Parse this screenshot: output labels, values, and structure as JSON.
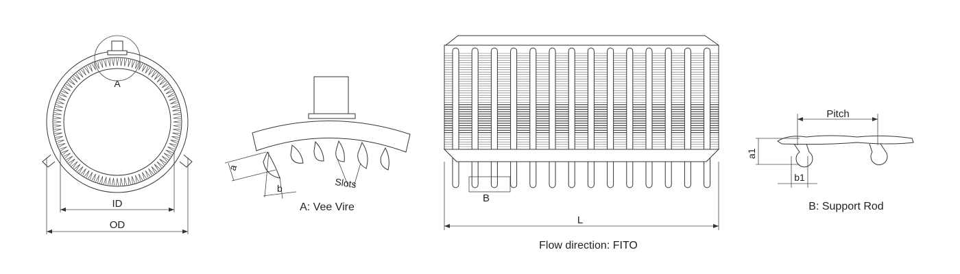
{
  "labels": {
    "detail_a": "A",
    "id": "ID",
    "od": "OD",
    "a": "a",
    "b": "b",
    "slots": "Slots",
    "vee_caption": "A: Vee Vire",
    "detail_b": "B",
    "length": "L",
    "flow_caption": "Flow direction: FITO",
    "pitch": "Pitch",
    "a1": "a1",
    "b1": "b1",
    "rod_caption": "B: Support Rod"
  },
  "colors": {
    "line": "#333333",
    "background": "#ffffff"
  },
  "counts": {
    "support_rods_side": 14,
    "ring_teeth": 96
  }
}
